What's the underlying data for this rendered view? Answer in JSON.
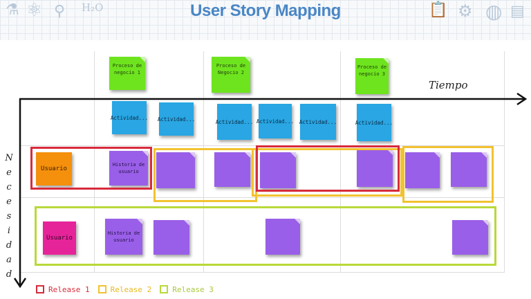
{
  "title": "User Story Mapping",
  "axis": {
    "x_label": "Tiempo",
    "y_label": "Necesidad"
  },
  "colors": {
    "title": "#4a86c5",
    "process_note": "#6ee41e",
    "activity_note": "#29a6e3",
    "story_note": "#9a5fe8",
    "user_note_1": "#f5900d",
    "user_note_2": "#e6249a",
    "release_1": "#d72b3c",
    "release_2": "#f2c230",
    "release_3": "#b8d93a"
  },
  "processes": [
    "Proceso de negocio 1",
    "Proceso de Negocio 2",
    "Proceso de negocio 3"
  ],
  "activities": [
    "Actividad...",
    "Actividad...",
    "Actividad...",
    "Actividad...",
    "Actividad...",
    "Actividad..."
  ],
  "users": [
    "Usuario",
    "Usuario"
  ],
  "stories": [
    "Historia de usuario",
    "Historia de usuario"
  ],
  "releases": [
    {
      "label": "Release 1",
      "color": "#d72b3c"
    },
    {
      "label": "Release 2",
      "color": "#f2c230"
    },
    {
      "label": "Release 3",
      "color": "#b8d93a"
    }
  ],
  "decor": {
    "formula_text": "H₂O",
    "doodle_icons": [
      "flask-icon",
      "atom-icon",
      "globe-icon",
      "clipboard-icon",
      "molecule-icon",
      "magnet-icon"
    ]
  }
}
